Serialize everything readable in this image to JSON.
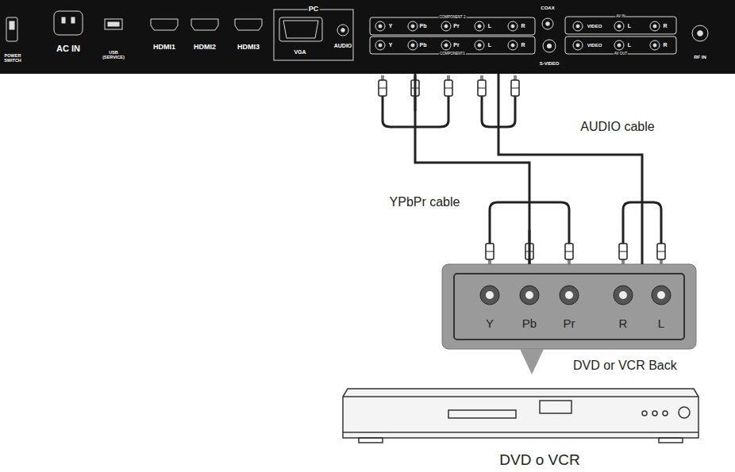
{
  "diagram": {
    "nodes": [
      {
        "text": [
          "POWER SWITCH",
          "AC IN",
          "USB (SERVICE)",
          "HDMI1",
          "HDMI2",
          "HDMI3",
          "PC",
          "VGA",
          "AUDIO",
          "COMPONENT 2",
          "Y",
          "Pb",
          "Pr",
          "L",
          "R",
          "COMPONENT1",
          "Y",
          "Pb",
          "Pr",
          "L",
          "R",
          "COAX",
          "AV IN",
          "VIDEO",
          "L",
          "R",
          "S-VIDEO",
          "VIDEO",
          "L",
          "R",
          "AV OUT",
          "RF IN"
        ]
      },
      {
        "text": [
          "Y",
          "Pb",
          "Pr",
          "R",
          "L"
        ]
      }
    ],
    "edges": [
      {
        "from": 0,
        "to": 1,
        "label": "YPbPr cable",
        "arrow": "none"
      },
      {
        "from": 0,
        "to": 1,
        "label": "AUDIO cable",
        "arrow": "none"
      }
    ],
    "labels": [
      "DVD or VCR Back",
      "DVD o VCR"
    ]
  }
}
